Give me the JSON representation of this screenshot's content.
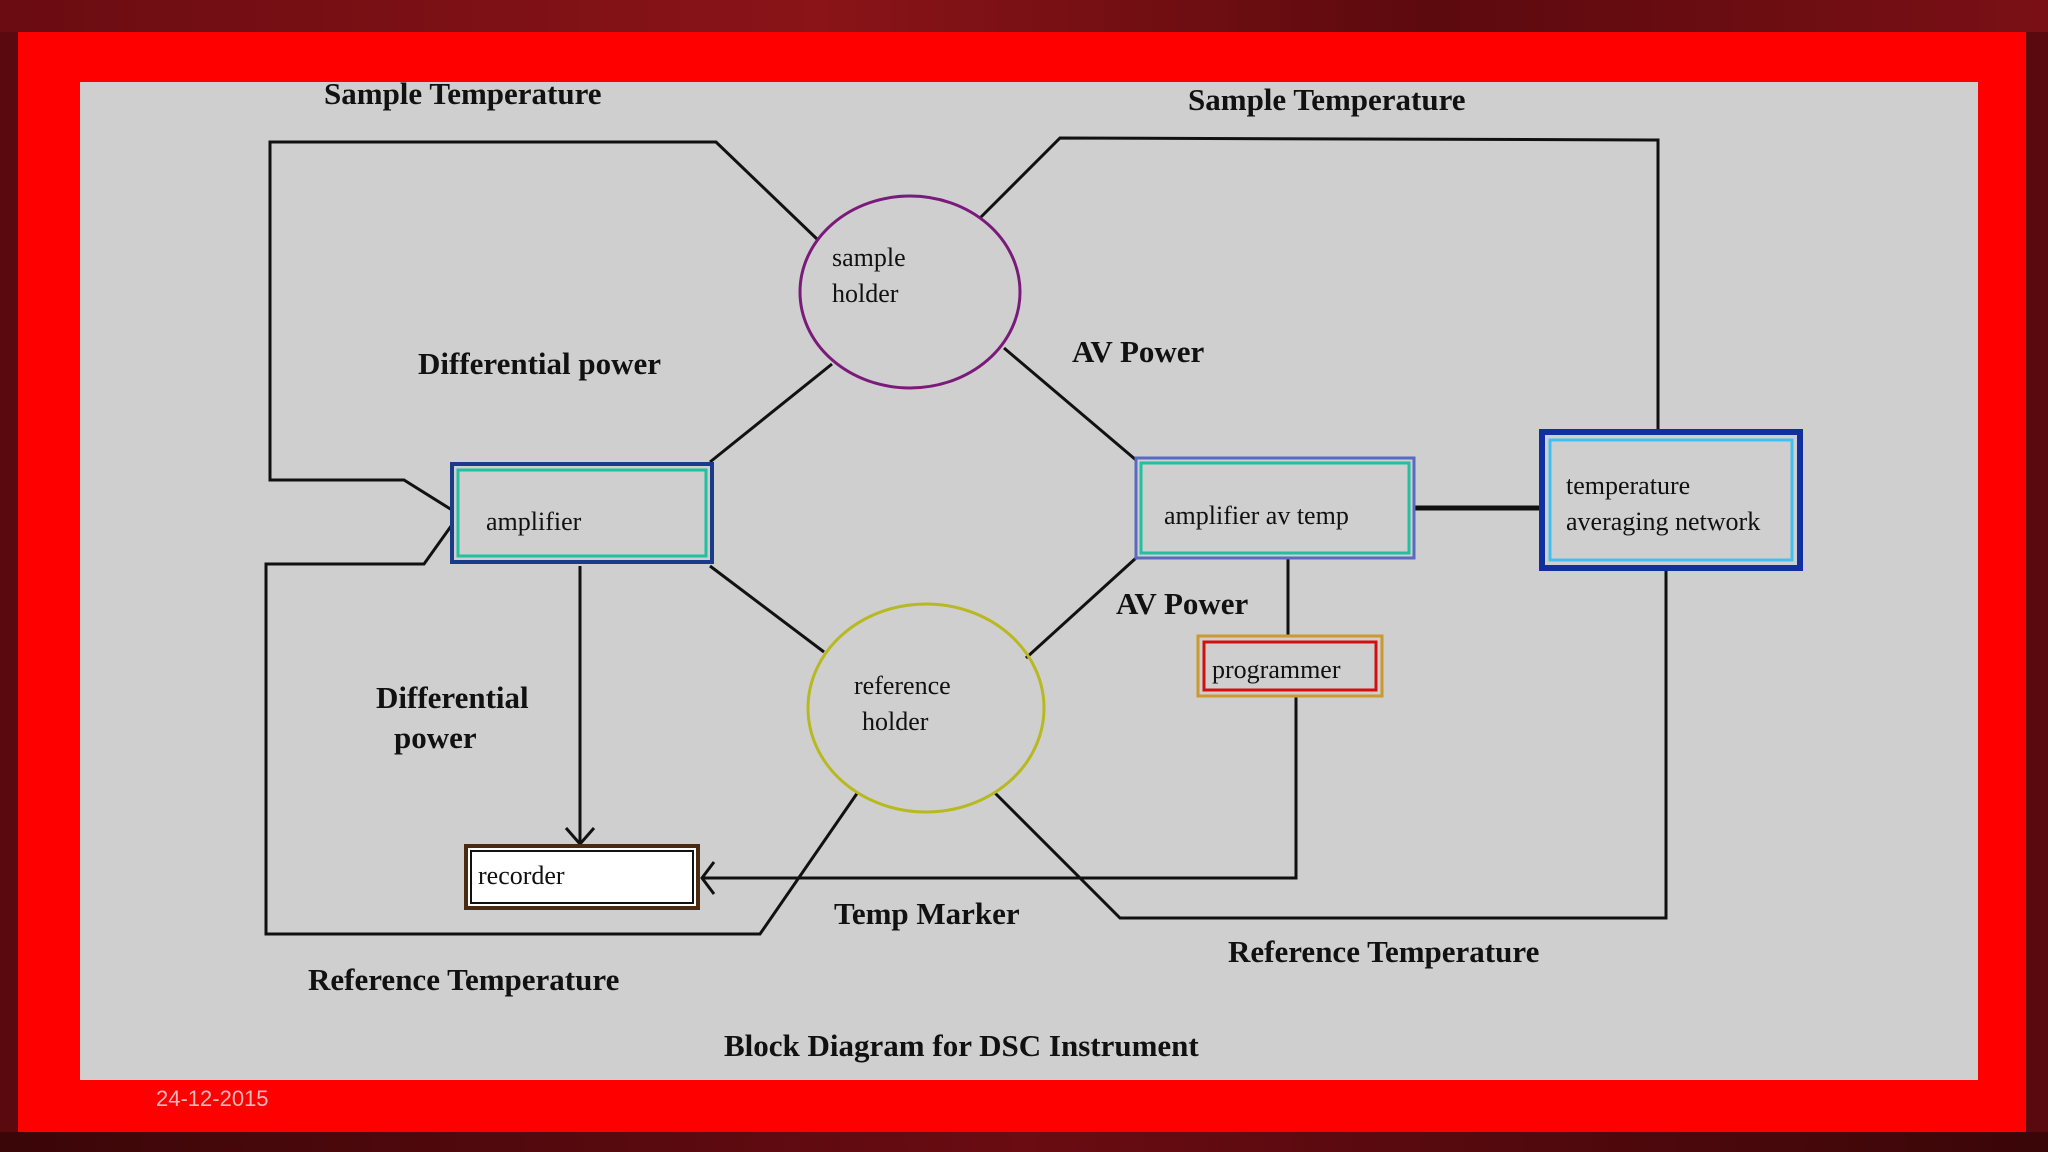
{
  "slide": {
    "date": "24-12-2015",
    "caption": "Block Diagram for DSC Instrument"
  },
  "blocks": {
    "sample_holder": [
      "sample",
      "holder"
    ],
    "reference_holder": [
      "reference",
      "holder"
    ],
    "amplifier": "amplifier",
    "amplifier_av_temp": "amplifier av temp",
    "temperature_network": [
      "temperature",
      "averaging network"
    ],
    "programmer": "programmer",
    "recorder": "recorder"
  },
  "labels": {
    "sample_temp_left": "Sample Temperature",
    "sample_temp_right": "Sample Temperature",
    "differential_power_top": "Differential power",
    "differential_power_bottom": [
      "Differential",
      "power"
    ],
    "av_power_top": "AV Power",
    "av_power_bottom": "AV Power",
    "temp_marker": "Temp Marker",
    "reference_temp_left": "Reference Temperature",
    "reference_temp_right": "Reference Temperature"
  },
  "colors": {
    "frame": "#ff0000",
    "panel": "#cfcfcf",
    "sample_holder_outline": "#7a1a7a",
    "reference_holder_outline": "#b8b820",
    "amplifier_border": "#1a3a8a",
    "amplifier_inner": "#20c0a0",
    "network_border": "#1030a0",
    "network_inner": "#40c0f0",
    "programmer_outer": "#c89a30",
    "programmer_inner": "#d01010",
    "recorder_border": "#4a2a10"
  }
}
